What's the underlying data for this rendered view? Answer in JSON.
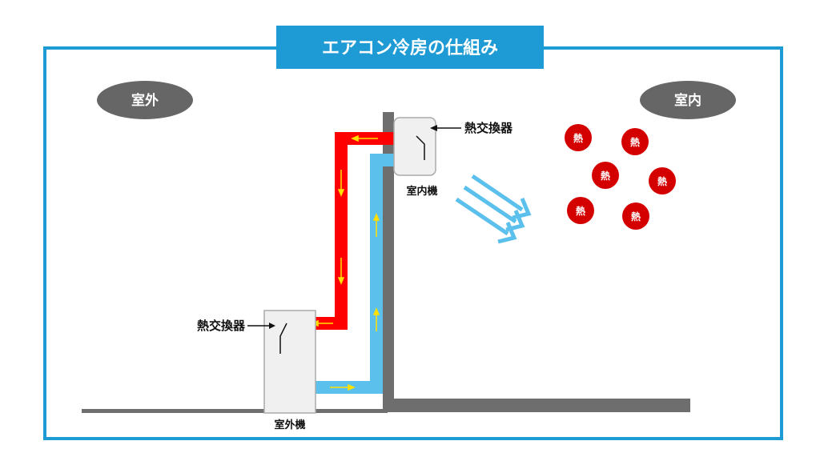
{
  "title": "エアコン冷房の仕組み",
  "outdoor_label": "室外",
  "indoor_label": "室内",
  "indoor_unit": {
    "name": "室内機",
    "heat_exchanger_label": "熱交換器"
  },
  "outdoor_unit": {
    "name": "室外機",
    "heat_exchanger_label": "熱交換器"
  },
  "heat_label": "熱",
  "colors": {
    "frame": "#1e9bd4",
    "hot_pipe": "#ff0000",
    "cold_pipe": "#5bc0ec",
    "flow_arrow": "#ffe000",
    "wall": "#6e6e6e",
    "oval": "#666666",
    "heat_dot": "#d40000",
    "unit_fill": "#f0f0f0"
  }
}
